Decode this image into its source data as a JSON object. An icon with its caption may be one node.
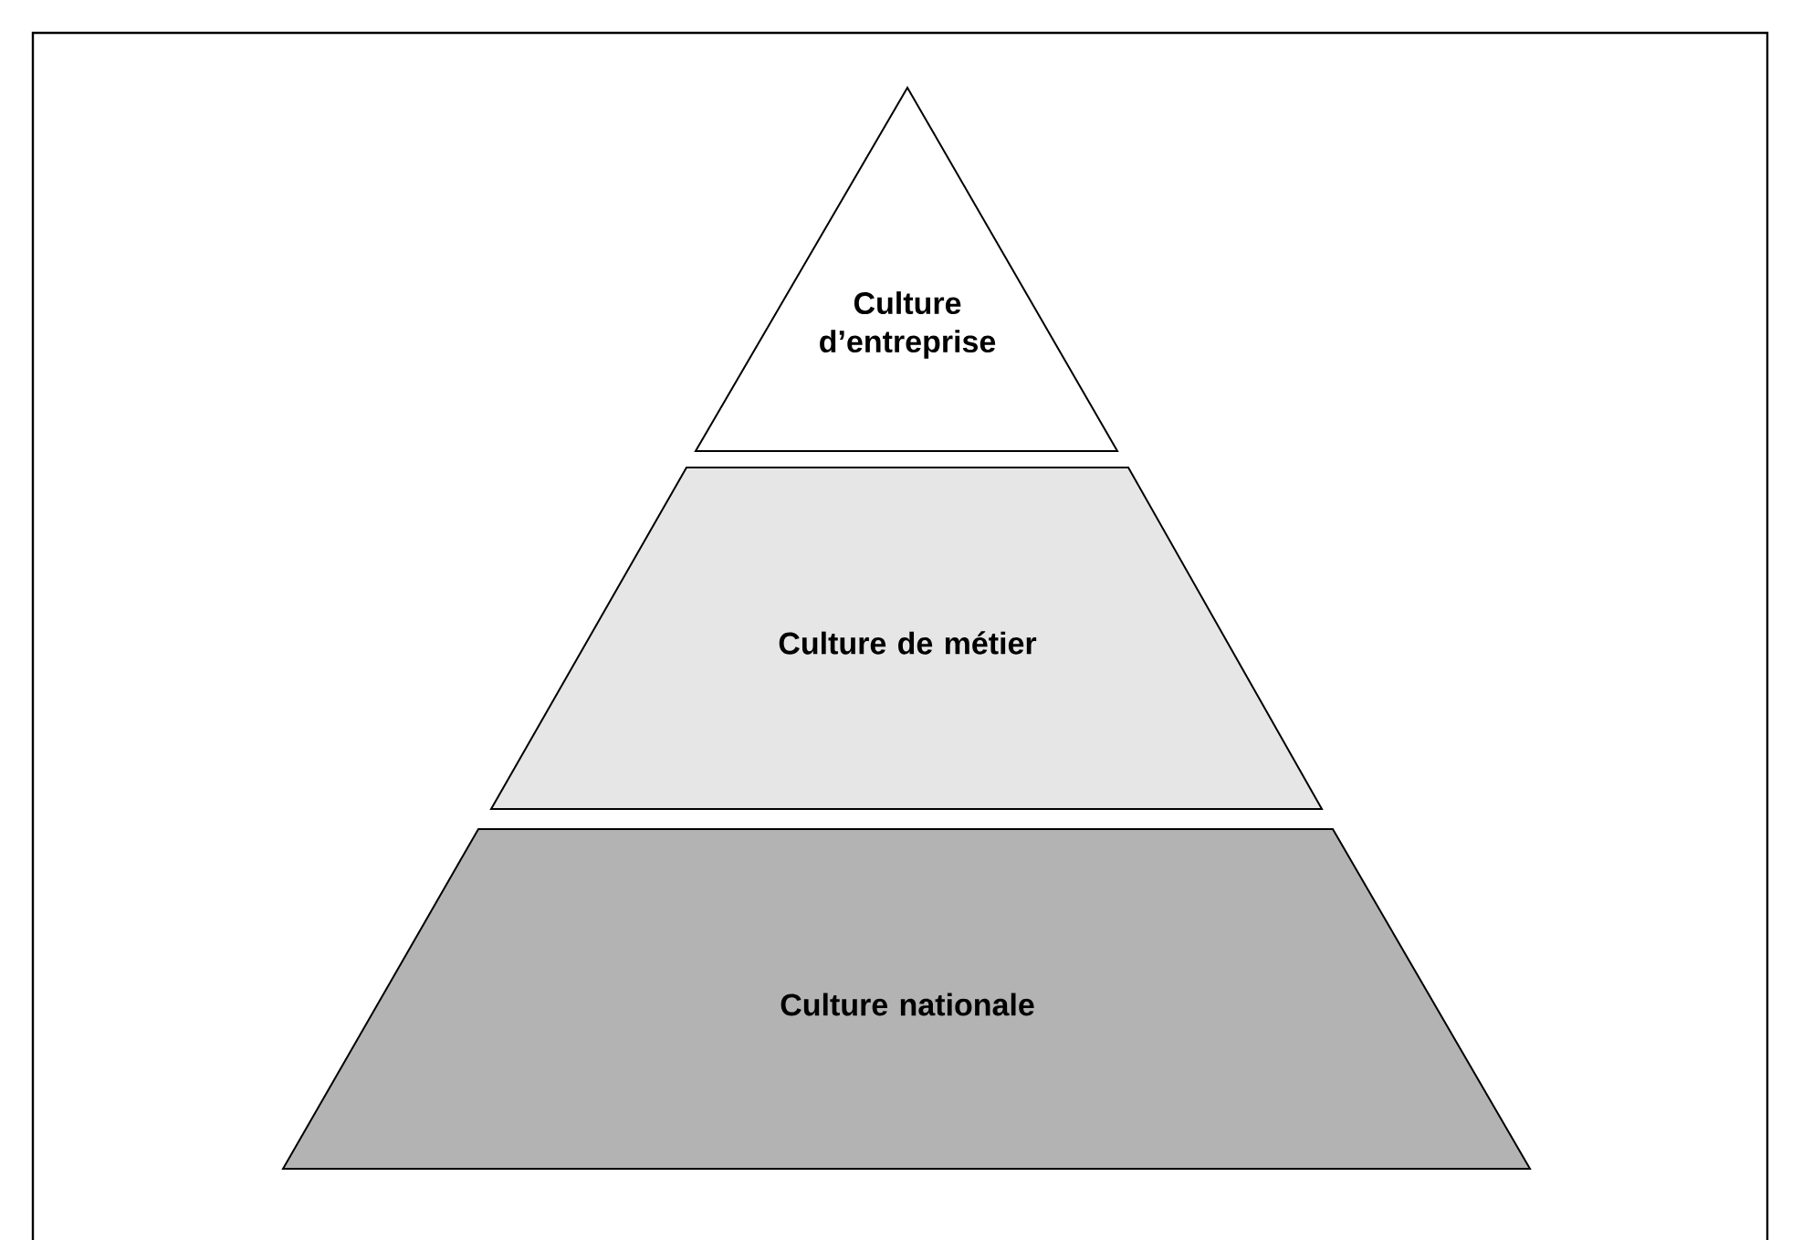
{
  "diagram": {
    "nodes": [
      {
        "text": [
          "Culture d’entreprise"
        ]
      },
      {
        "text": [
          "Culture de métier"
        ]
      },
      {
        "text": [
          "Culture nationale"
        ]
      }
    ]
  }
}
